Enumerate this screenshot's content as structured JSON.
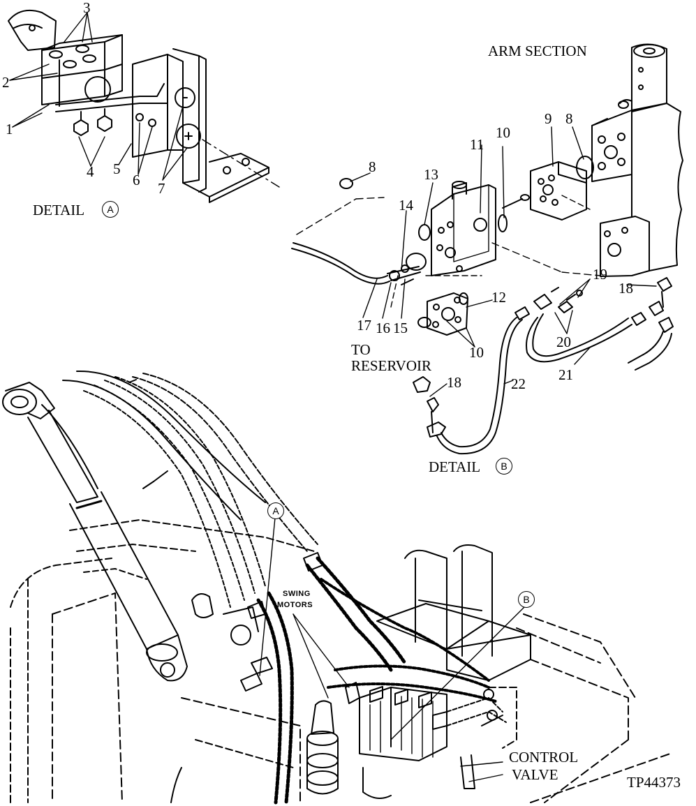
{
  "detail_a": {
    "title": "DETAIL",
    "marker": "A",
    "callouts": [
      "1",
      "2",
      "3",
      "4",
      "5",
      "6",
      "7"
    ]
  },
  "detail_b": {
    "title": "DETAIL",
    "marker": "B",
    "section_label": "ARM SECTION",
    "reservoir_label_line1": "TO",
    "reservoir_label_line2": "RESERVOIR",
    "callouts": {
      "c8a": "8",
      "c8b": "8",
      "c9": "9",
      "c10a": "10",
      "c10b": "10",
      "c11": "11",
      "c12": "12",
      "c13": "13",
      "c14": "14",
      "c15": "15",
      "c16": "16",
      "c17": "17",
      "c18a": "18",
      "c18b": "18",
      "c19": "19",
      "c20": "20",
      "c21": "21",
      "c22": "22"
    }
  },
  "main_view": {
    "marker_a": "A",
    "marker_b": "B",
    "swing_motors_line1": "SWING",
    "swing_motors_line2": "MOTORS",
    "control_valve_line1": "CONTROL",
    "control_valve_line2": "VALVE"
  },
  "figure_id": "TP44373"
}
